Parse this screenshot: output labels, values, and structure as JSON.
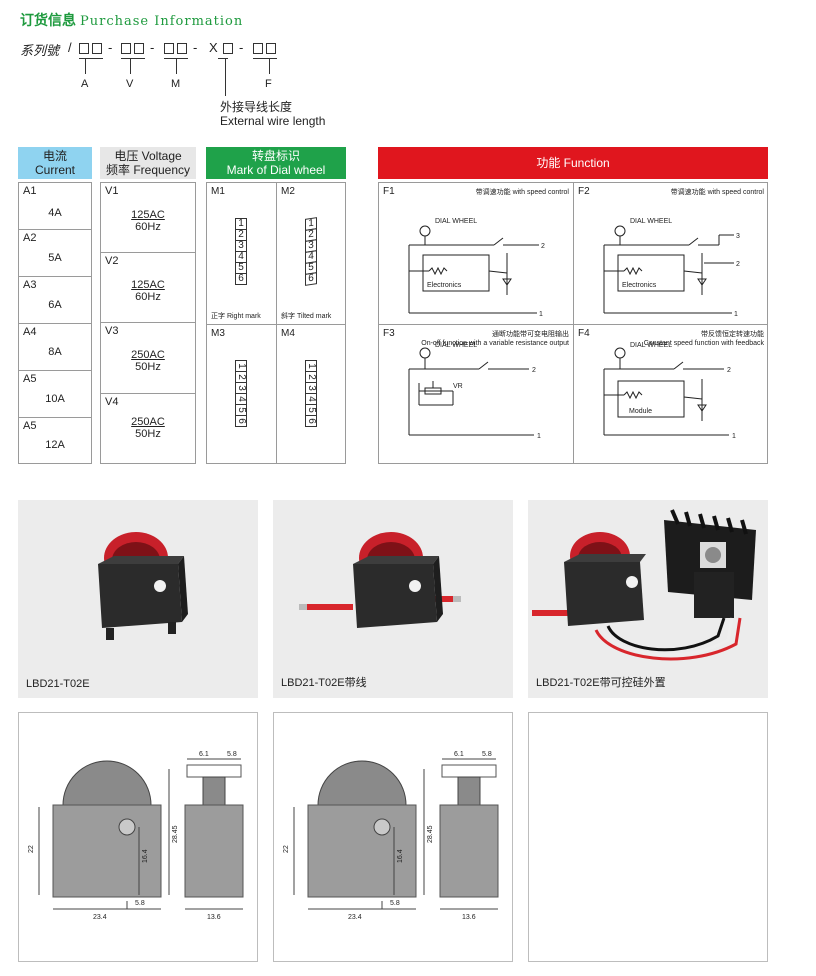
{
  "title": {
    "cn": "订货信息",
    "en": "Purchase Information"
  },
  "series_code": {
    "label": "系列號",
    "slash": "/",
    "dash": "-",
    "x_mark": "X",
    "letters": [
      "A",
      "V",
      "M",
      "F"
    ],
    "wire_cn": "外接导线长度",
    "wire_en": "External wire length"
  },
  "headers": {
    "current_cn": "电流",
    "current_en": "Current",
    "voltage_line1": "电压 Voltage",
    "voltage_line2": "频率 Frequency",
    "dial_cn": "转盘标识",
    "dial_en": "Mark of Dial wheel",
    "function": "功能 Function"
  },
  "current_rows": [
    {
      "code": "A1",
      "value": "4A"
    },
    {
      "code": "A2",
      "value": "5A"
    },
    {
      "code": "A3",
      "value": "6A"
    },
    {
      "code": "A4",
      "value": "8A"
    },
    {
      "code": "A5",
      "value": "10A"
    },
    {
      "code": "A5",
      "value": "12A"
    }
  ],
  "voltage_rows": [
    {
      "code": "V1",
      "voltage": "125AC",
      "freq": "60Hz"
    },
    {
      "code": "V2",
      "voltage": "125AC",
      "freq": "60Hz"
    },
    {
      "code": "V3",
      "voltage": "250AC",
      "freq": "50Hz"
    },
    {
      "code": "V4",
      "voltage": "250AC",
      "freq": "50Hz"
    }
  ],
  "dial_marks": [
    {
      "code": "M1",
      "caption": "正字 Right mark",
      "digits": [
        "1",
        "2",
        "3",
        "4",
        "5",
        "6"
      ]
    },
    {
      "code": "M2",
      "caption": "斜字 Tilted mark",
      "digits": [
        "1",
        "2",
        "3",
        "4",
        "5",
        "6"
      ]
    },
    {
      "code": "M3",
      "caption": "",
      "digits": [
        "1",
        "2",
        "3",
        "4",
        "5",
        "6"
      ]
    },
    {
      "code": "M4",
      "caption": "",
      "digits": [
        "1",
        "2",
        "3",
        "4",
        "5",
        "6"
      ]
    }
  ],
  "functions": [
    {
      "code": "F1",
      "desc1": "带调速功能 with speed control",
      "desc2": "",
      "dial": "DIAL WHEEL",
      "box": "Electronics",
      "terminals": [
        "2",
        "1"
      ]
    },
    {
      "code": "F2",
      "desc1": "带调速功能 with speed control",
      "desc2": "",
      "dial": "DIAL WHEEL",
      "box": "Electronics",
      "terminals": [
        "3",
        "2",
        "1"
      ]
    },
    {
      "code": "F3",
      "desc1": "通断功能带可变电阻输出",
      "desc2": "On-off function with a variable resistance output",
      "dial": "DIAL WHEEL",
      "box": "VR",
      "terminals": [
        "2",
        "1"
      ]
    },
    {
      "code": "F4",
      "desc1": "带反馈恒定转速功能",
      "desc2": "Constant speed function with feedback",
      "dial": "DIAL WHEEL",
      "box": "Module",
      "terminals": [
        "2",
        "1"
      ]
    }
  ],
  "photos": [
    {
      "caption": "LBD21-T02E"
    },
    {
      "caption": "LBD21-T02E带线"
    },
    {
      "caption": "LBD21-T02E带可控硅外置"
    }
  ],
  "dimensions": {
    "height_total": "22",
    "height_wheel": "28.45",
    "height_hole": "16.4",
    "width_body": "23.4",
    "hole_offset": "5.8",
    "side_w1": "6.1",
    "side_w2": "5.8",
    "side_depth": "13.6"
  },
  "colors": {
    "green": "#1e9a3e",
    "blue_header": "#8fd3f0",
    "grey_header": "#e7e7e7",
    "dial_header": "#1fa24a",
    "function_header": "#e0161e",
    "dial_red": "#c8202a",
    "body_dark": "#2b2b2b",
    "photo_bg": "#ececec"
  }
}
